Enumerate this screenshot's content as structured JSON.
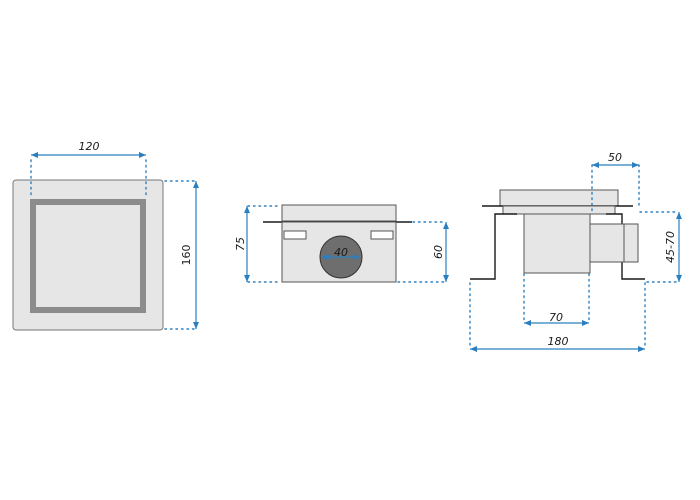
{
  "views": {
    "top": {
      "width_label": "120",
      "height_label": "160"
    },
    "side": {
      "height_label": "75",
      "body_label": "60",
      "outlet_label": "40"
    },
    "section": {
      "top_label": "50",
      "adjust_label": "45-70",
      "inner_label": "70",
      "overall_label": "180"
    }
  },
  "colors": {
    "dimension": "#2a7fc0",
    "plate": "#e6e6e6",
    "frame": "#8c8c8c",
    "outlet": "#6e6e6e"
  }
}
